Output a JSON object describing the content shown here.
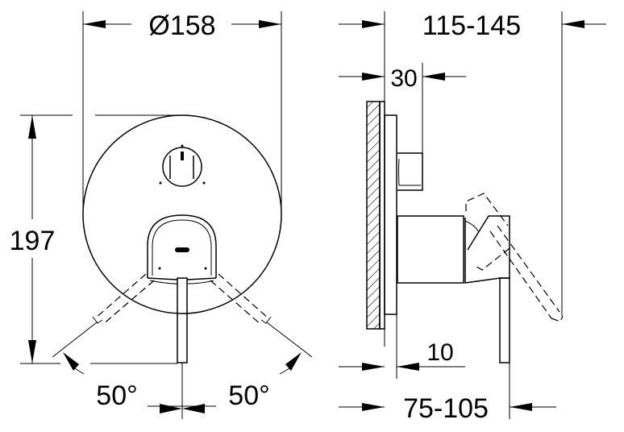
{
  "front_view": {
    "diameter_label": "Ø158",
    "height_label": "197",
    "angle_left_label": "50°",
    "angle_right_label": "50°"
  },
  "side_view": {
    "projection_label": "115-145",
    "body_depth_label": "30",
    "plate_label": "10",
    "total_depth_label": "75-105"
  }
}
